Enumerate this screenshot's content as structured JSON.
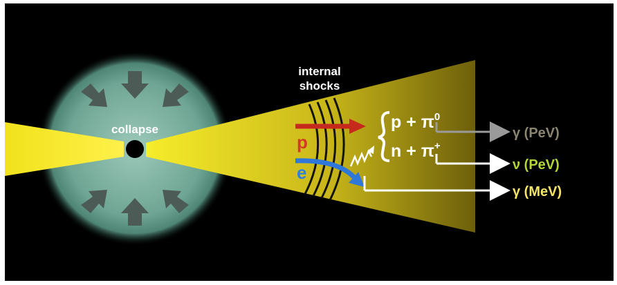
{
  "labels": {
    "collapse": "collapse",
    "internal_shocks_1": "internal",
    "internal_shocks_2": "shocks",
    "proton": "p",
    "electron": "e",
    "reaction_1": "p + π",
    "reaction_1_sup": "0",
    "reaction_2": "n + π",
    "reaction_2_sup": "+",
    "output_gamma_pev": "γ (PeV)",
    "output_nu_pev": "ν (PeV)",
    "output_gamma_mev": "γ (MeV)"
  },
  "colors": {
    "background": "#000000",
    "jet": "#f2e81a",
    "star_glow": "#5f9b8b",
    "star_core": "#7fb5a4",
    "inward_arrows": "#4d5b57",
    "proton_arrow": "#c62a1c",
    "electron_arrow": "#2f77d8",
    "shock_lines": "#1a1a10",
    "photon_line": "#ffffff",
    "gamma_pev_text": "#8b8570",
    "nu_pev_text": "#b2d63a",
    "gamma_mev_text": "#f5e46a"
  }
}
